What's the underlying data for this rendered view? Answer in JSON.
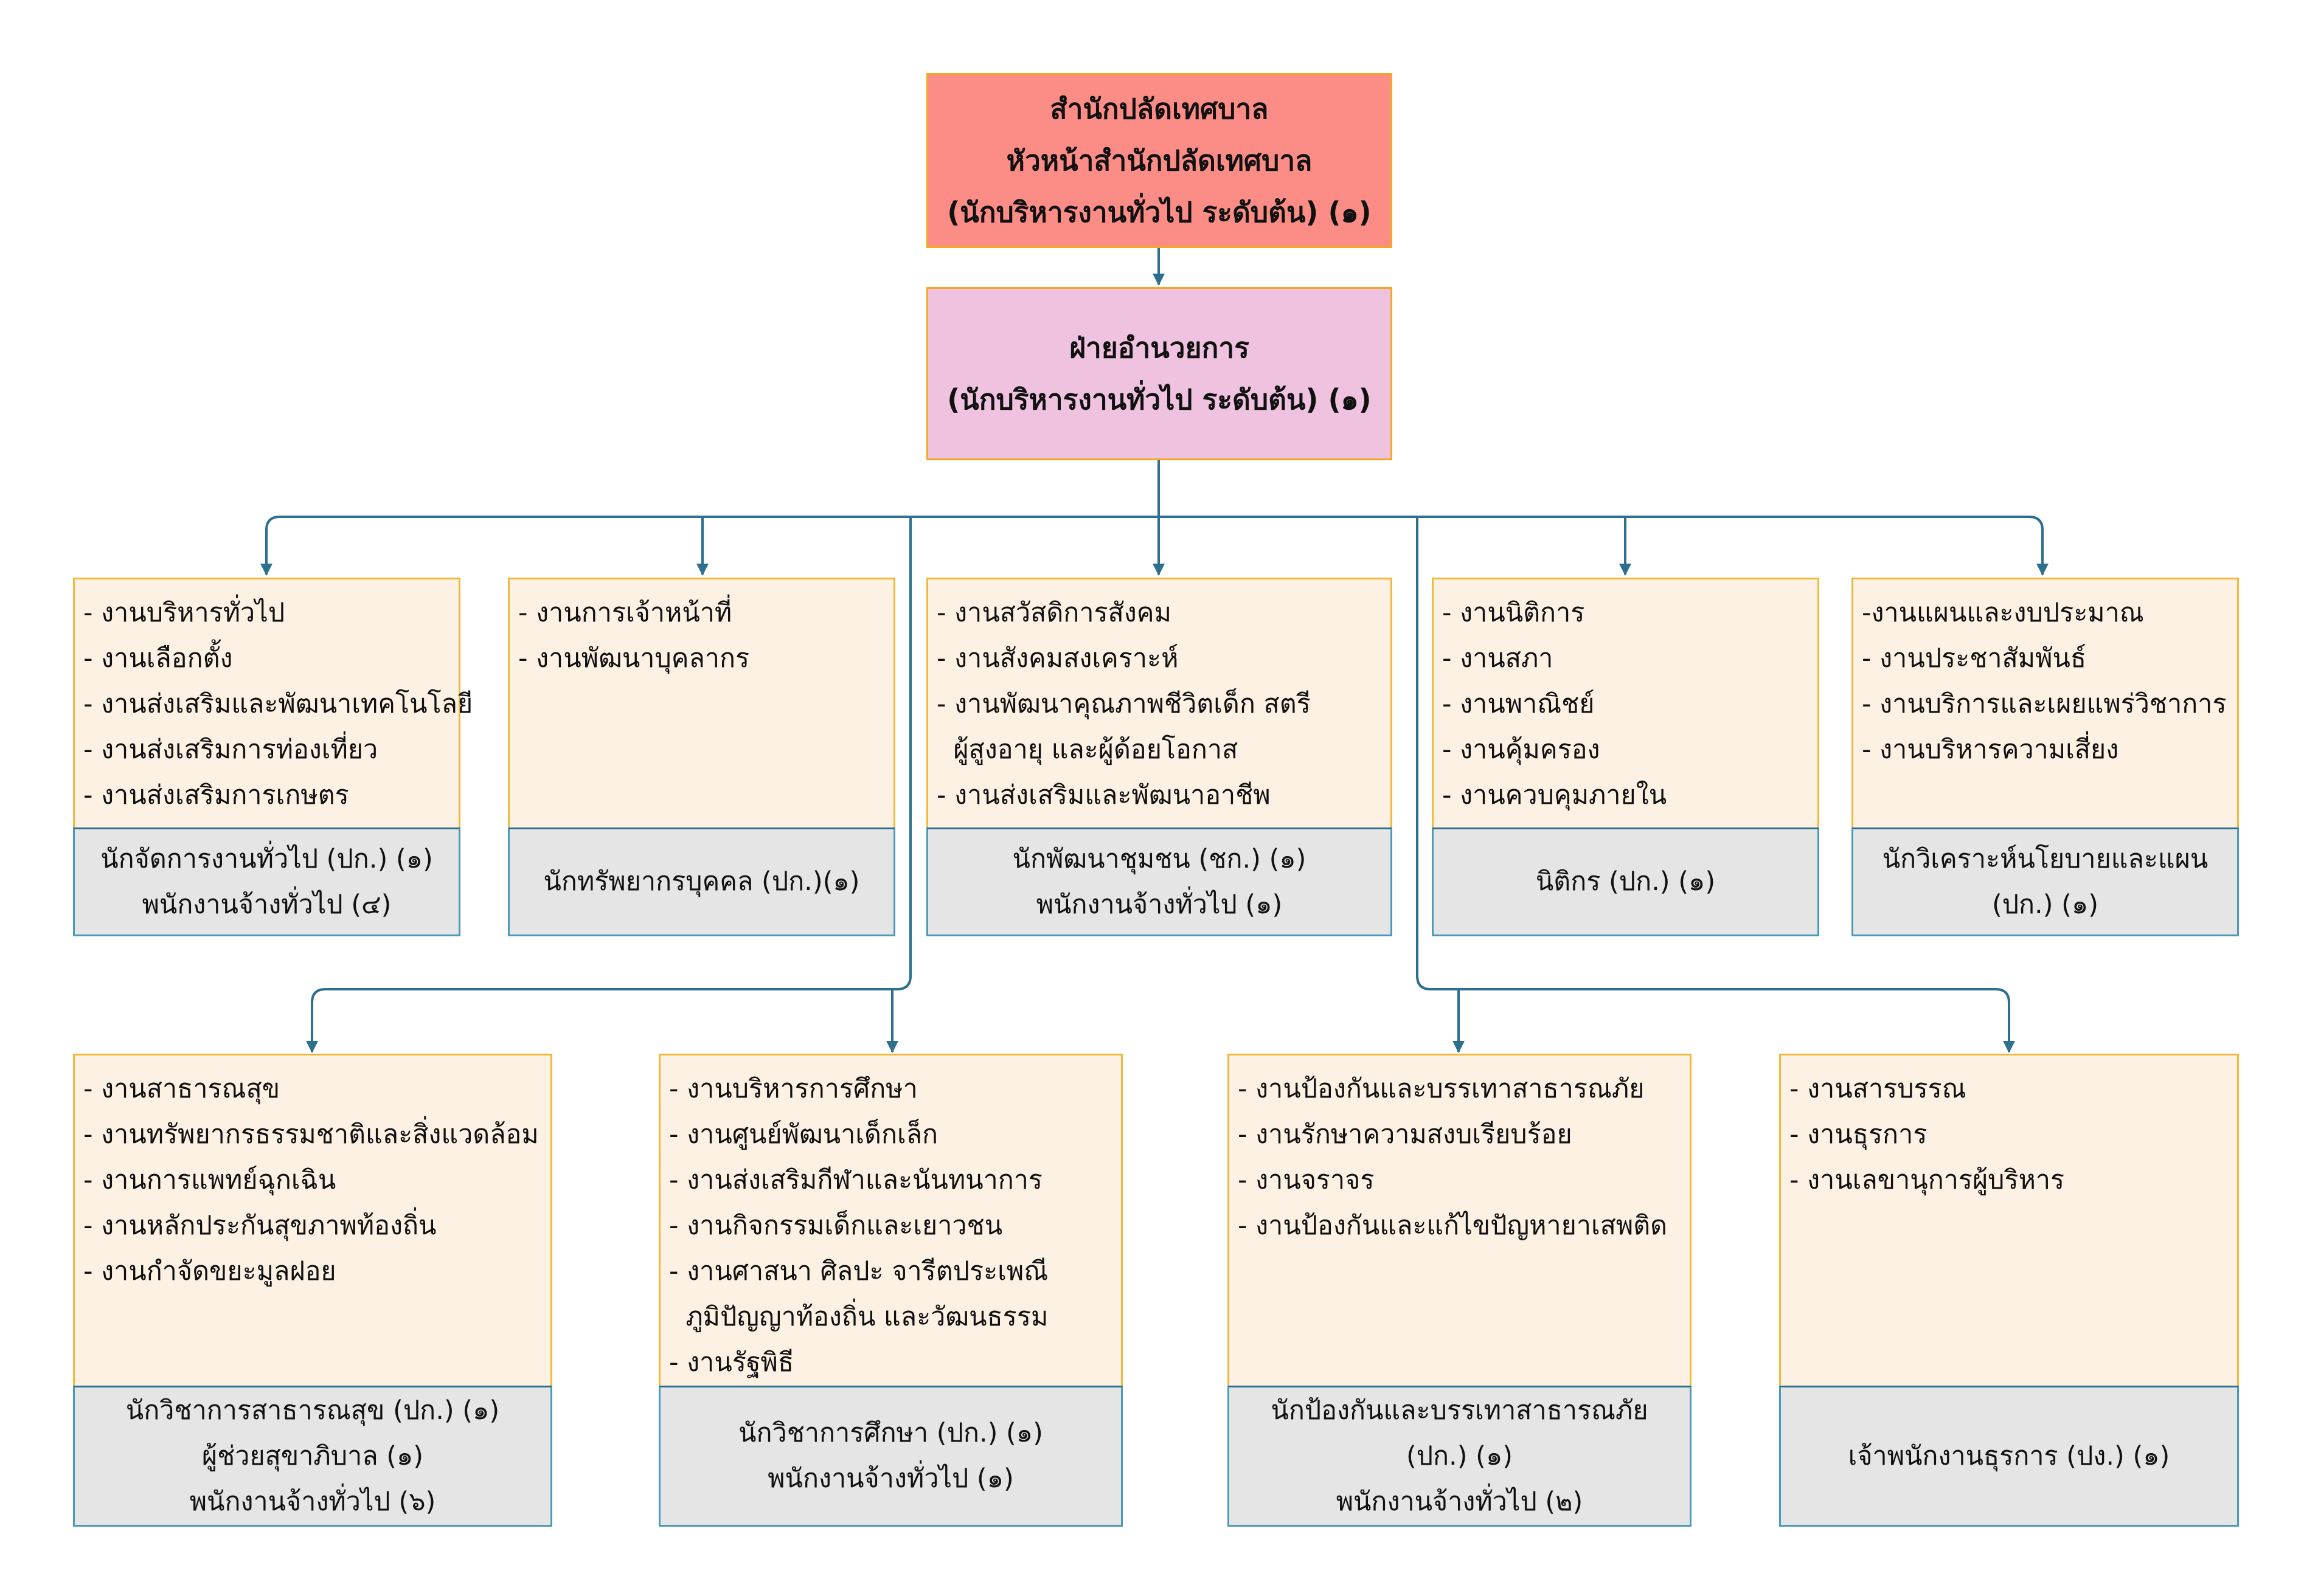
{
  "colors": {
    "head_fill": "#fc8d86",
    "division_fill": "#efc2df",
    "duty_fill": "#fdf1e4",
    "staff_fill": "#e5e5e5",
    "box_border": "#f0b93d",
    "connector": "#2c6f8f"
  },
  "head": {
    "lines": [
      "สำนักปลัดเทศบาล",
      "หัวหน้าสำนักปลัดเทศบาล",
      "(นักบริหารงานทั่วไป ระดับต้น) (๑)"
    ]
  },
  "division": {
    "lines": [
      "ฝ่ายอำนวยการ",
      "(นักบริหารงานทั่วไป ระดับต้น) (๑)"
    ]
  },
  "units": [
    {
      "duties": [
        "- งานบริหารทั่วไป",
        "- งานเลือกตั้ง",
        "- งานส่งเสริมและพัฒนาเทคโนโลยี",
        "- งานส่งเสริมการท่องเที่ยว",
        "- งานส่งเสริมการเกษตร"
      ],
      "staff": [
        "นักจัดการงานทั่วไป (ปก.) (๑)",
        "พนักงานจ้างทั่วไป (๔)"
      ]
    },
    {
      "duties": [
        "- งานการเจ้าหน้าที่",
        "- งานพัฒนาบุคลากร"
      ],
      "staff": [
        "นักทรัพยากรบุคคล (ปก.)(๑)"
      ]
    },
    {
      "duties": [
        "- งานสวัสดิการสังคม",
        "- งานสังคมสงเคราะห์",
        "- งานพัฒนาคุณภาพชีวิตเด็ก สตรี",
        "  ผู้สูงอายุ และผู้ด้อยโอกาส",
        "- งานส่งเสริมและพัฒนาอาชีพ"
      ],
      "staff": [
        "นักพัฒนาชุมชน (ชก.) (๑)",
        "พนักงานจ้างทั่วไป (๑)"
      ]
    },
    {
      "duties": [
        "- งานนิติการ",
        "- งานสภา",
        "- งานพาณิชย์",
        "- งานคุ้มครอง",
        "- งานควบคุมภายใน"
      ],
      "staff": [
        "นิติกร (ปก.) (๑)"
      ]
    },
    {
      "duties": [
        "-งานแผนและงบประมาณ",
        "- งานประชาสัมพันธ์",
        "- งานบริการและเผยแพร่วิชาการ",
        "- งานบริหารความเสี่ยง"
      ],
      "staff": [
        "นักวิเคราะห์นโยบายและแผน",
        "(ปก.) (๑)"
      ]
    },
    {
      "duties": [
        "- งานสาธารณสุข",
        "- งานทรัพยากรธรรมชาติและสิ่งแวดล้อม",
        "- งานการแพทย์ฉุกเฉิน",
        "- งานหลักประกันสุขภาพท้องถิ่น",
        "- งานกำจัดขยะมูลฝอย"
      ],
      "staff": [
        "นักวิชาการสาธารณสุข (ปก.) (๑)",
        "ผู้ช่วยสุขาภิบาล (๑)",
        "พนักงานจ้างทั่วไป (๖)"
      ]
    },
    {
      "duties": [
        "- งานบริหารการศึกษา",
        "- งานศูนย์พัฒนาเด็กเล็ก",
        "- งานส่งเสริมกีฬาและนันทนาการ",
        "- งานกิจกรรมเด็กและเยาวชน",
        "- งานศาสนา ศิลปะ จารีตประเพณี",
        "  ภูมิปัญญาท้องถิ่น และวัฒนธรรม",
        "- งานรัฐพิธี"
      ],
      "staff": [
        "นักวิชาการศึกษา (ปก.) (๑)",
        "พนักงานจ้างทั่วไป (๑)"
      ]
    },
    {
      "duties": [
        "- งานป้องกันและบรรเทาสาธารณภัย",
        "- งานรักษาความสงบเรียบร้อย",
        "- งานจราจร",
        "- งานป้องกันและแก้ไขปัญหายาเสพติด"
      ],
      "staff": [
        "นักป้องกันและบรรเทาสาธารณภัย",
        "(ปก.) (๑)",
        "พนักงานจ้างทั่วไป (๒)"
      ]
    },
    {
      "duties": [
        "- งานสารบรรณ",
        "- งานธุรการ",
        "- งานเลขานุการผู้บริหาร"
      ],
      "staff": [
        "เจ้าพนักงานธุรการ (ปง.) (๑)"
      ]
    }
  ]
}
